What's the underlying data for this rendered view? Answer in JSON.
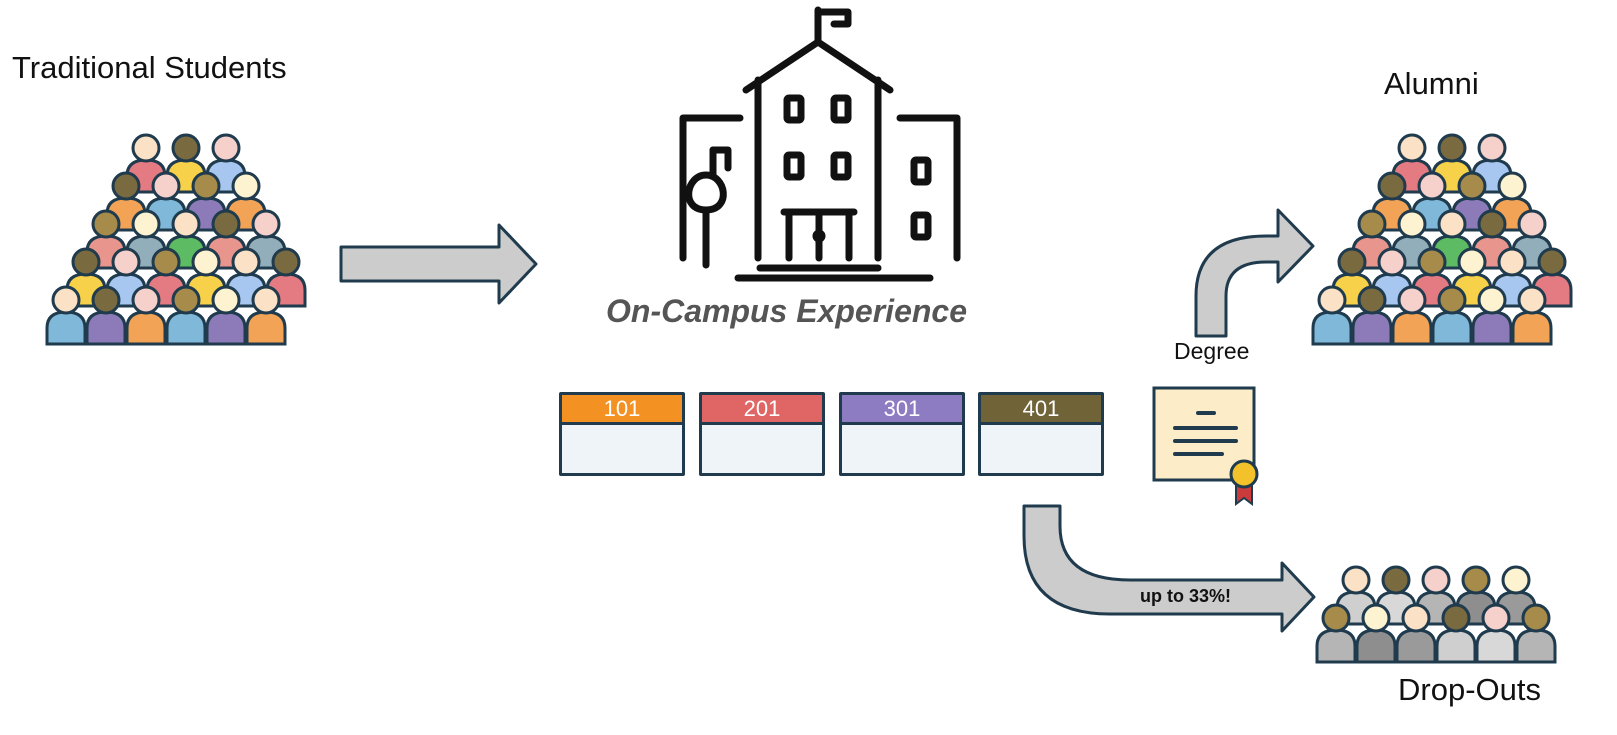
{
  "groups": {
    "traditional": "Traditional Students",
    "alumni": "Alumni",
    "dropouts": "Drop-Outs"
  },
  "campus": {
    "label": "On-Campus Experience"
  },
  "courses": [
    {
      "label": "101",
      "color": "#f39122"
    },
    {
      "label": "201",
      "color": "#e06666"
    },
    {
      "label": "301",
      "color": "#8e7cc3"
    },
    {
      "label": "401",
      "color": "#6f6337"
    }
  ],
  "degree": {
    "label": "Degree"
  },
  "dropout_rate": "up to 33%!",
  "colors": {
    "outline": "#1f3b4d",
    "arrow_fill": "#cccccc",
    "building_stroke": "#111111"
  },
  "icons": [
    "school-building-icon",
    "person-icon",
    "diploma-icon",
    "ribbon-medal-icon"
  ]
}
